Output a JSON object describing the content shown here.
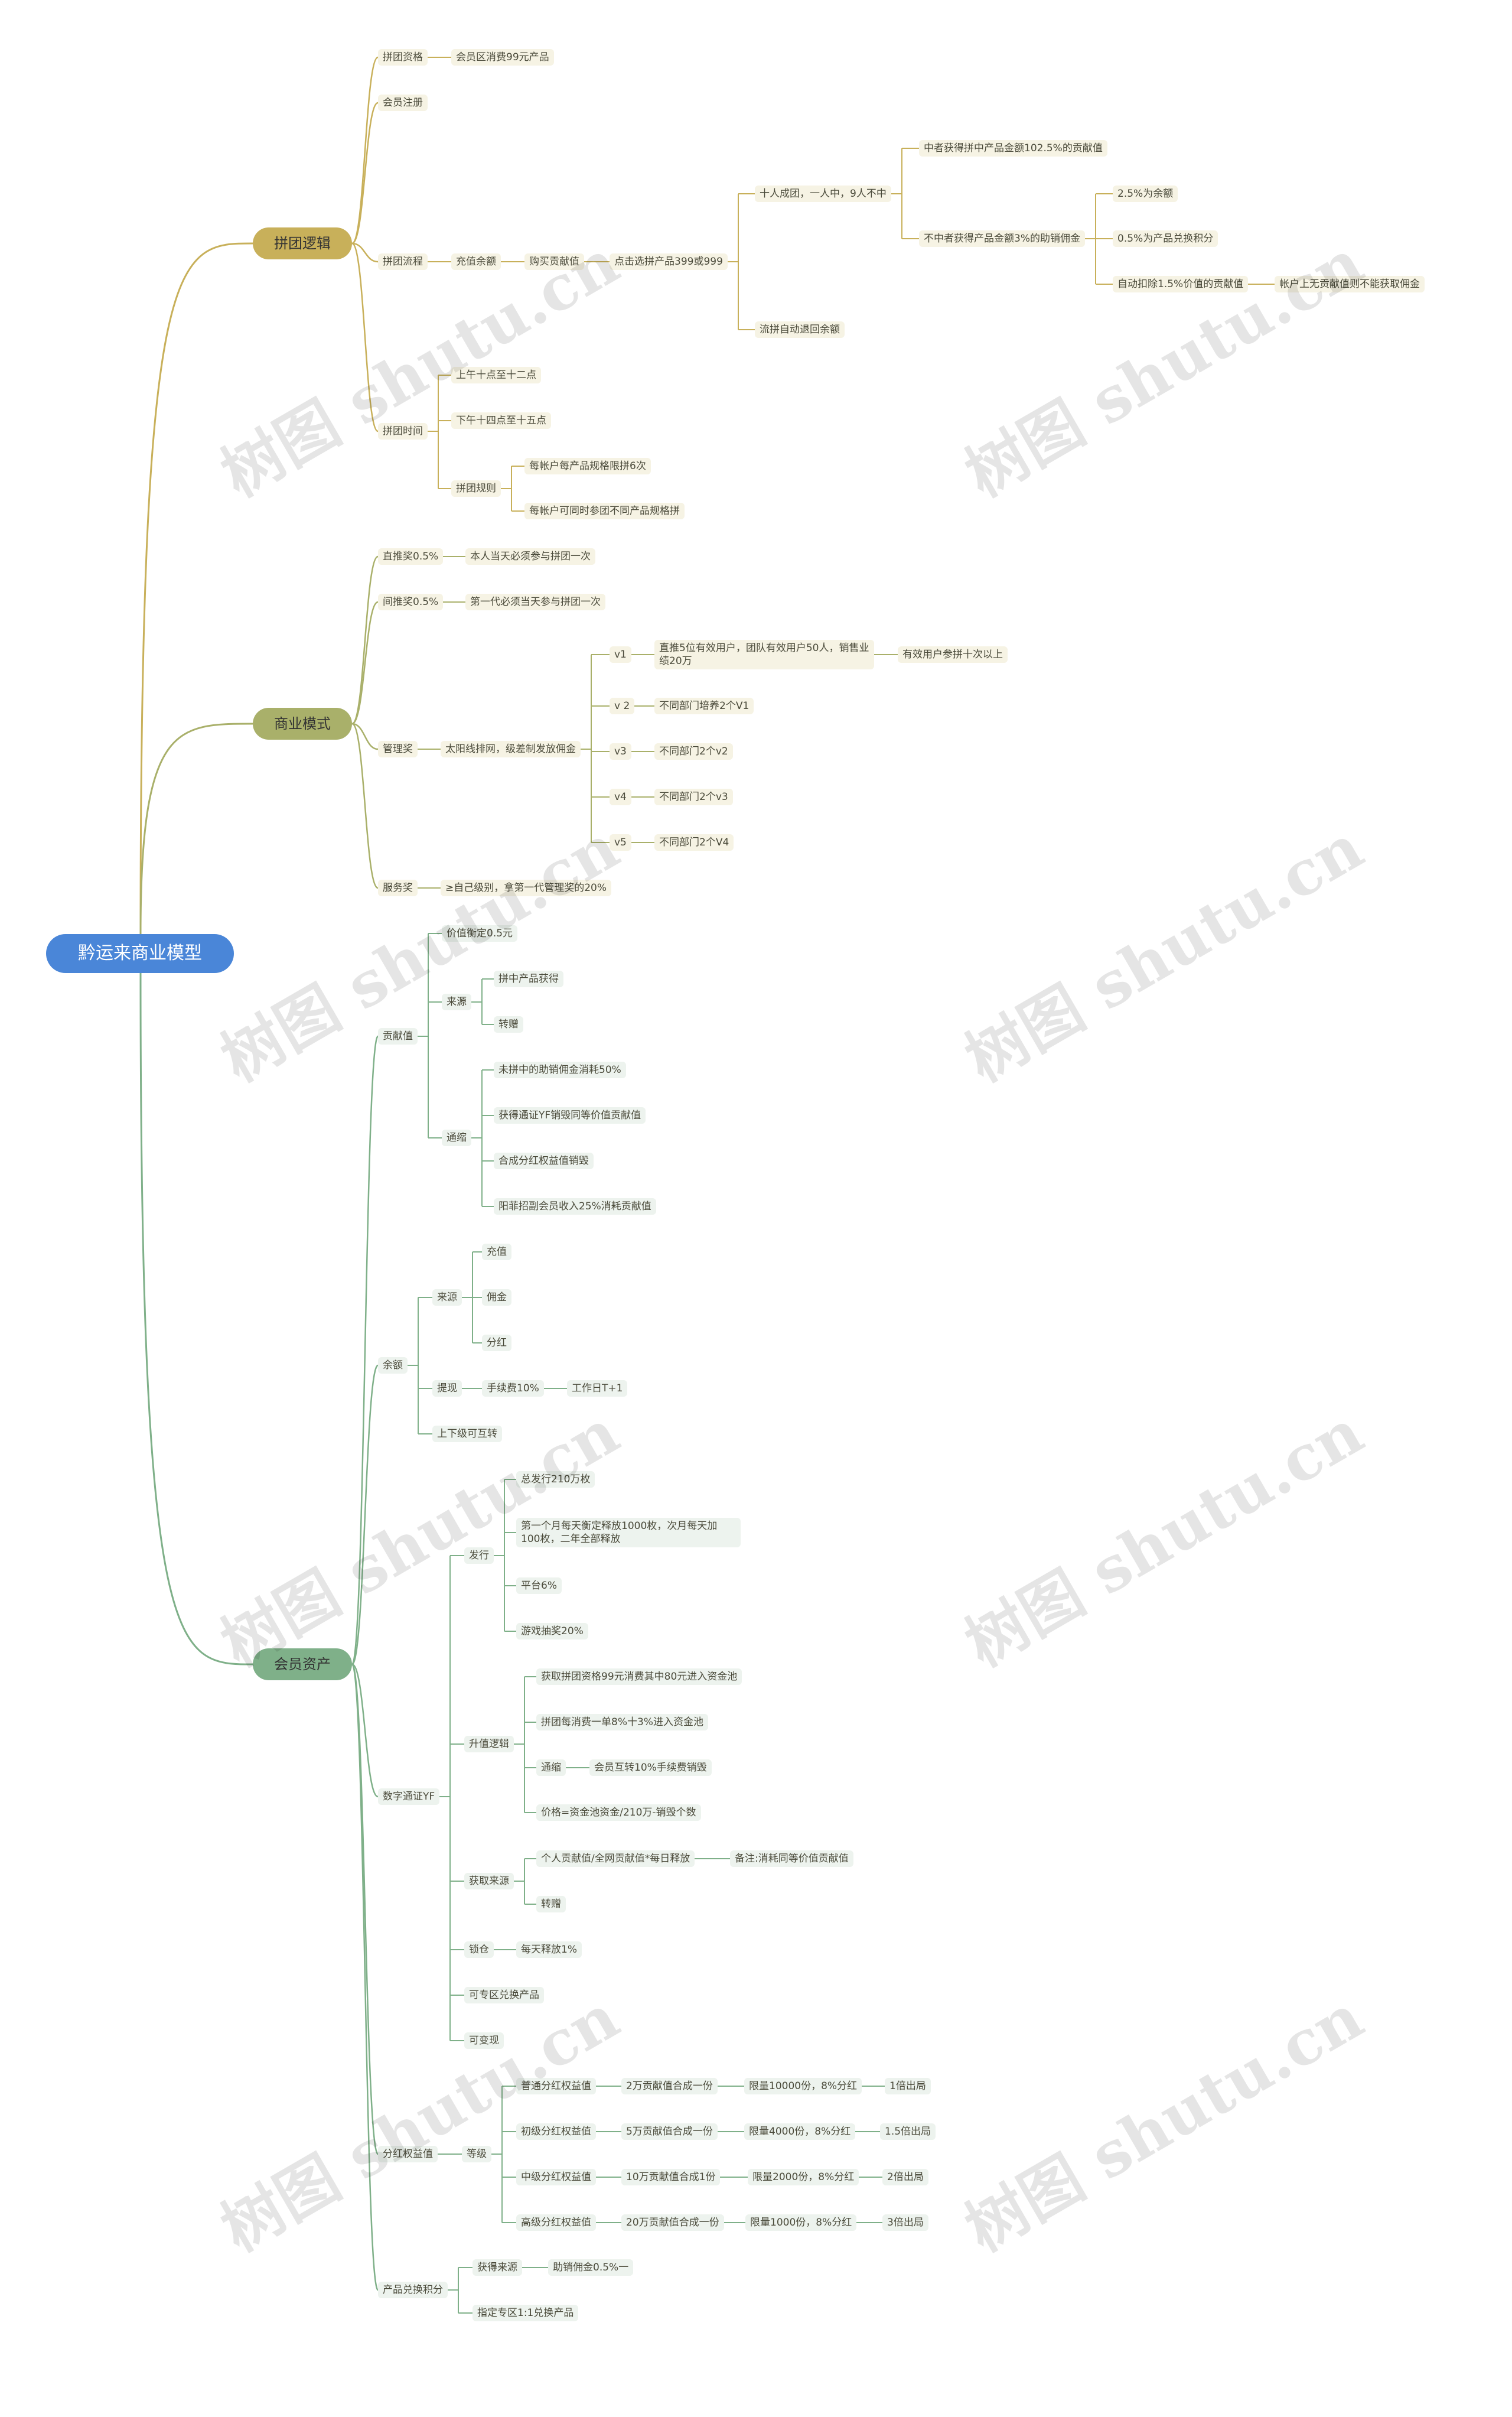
{
  "root": {
    "label": "黔运来商业模型"
  },
  "branches": [
    {
      "label": "拼团逻辑",
      "color": "#c8b05a",
      "children": [
        {
          "label": "拼团资格",
          "children": [
            {
              "label": "会员区消费99元产品"
            }
          ]
        },
        {
          "label": "会员注册"
        },
        {
          "label": "拼团流程",
          "children": [
            {
              "label": "充值余额",
              "children": [
                {
                  "label": "购买贡献值",
                  "children": [
                    {
                      "label": "点击选拼产品399或999",
                      "children": [
                        {
                          "label": "十人成团，一人中，9人不中",
                          "children": [
                            {
                              "label": "中者获得拼中产品金额102.5%的贡献值"
                            },
                            {
                              "label": "不中者获得产品金额3%的助销佣金",
                              "children": [
                                {
                                  "label": "2.5%为余额"
                                },
                                {
                                  "label": "0.5%为产品兑换积分"
                                },
                                {
                                  "label": "自动扣除1.5%价值的贡献值",
                                  "children": [
                                    {
                                      "label": "帐户上无贡献值则不能获取佣金"
                                    }
                                  ]
                                }
                              ]
                            }
                          ]
                        },
                        {
                          "label": "流拼自动退回余额"
                        }
                      ]
                    }
                  ]
                }
              ]
            }
          ]
        },
        {
          "label": "拼团时间",
          "children": [
            {
              "label": "上午十点至十二点"
            },
            {
              "label": "下午十四点至十五点"
            },
            {
              "label": "拼团规则",
              "children": [
                {
                  "label": "每帐户每产品规格限拼6次"
                },
                {
                  "label": "每帐户可同时参团不同产品规格拼"
                }
              ]
            }
          ]
        }
      ]
    },
    {
      "label": "商业模式",
      "color": "#a9b06a",
      "children": [
        {
          "label": "直推奖0.5%",
          "children": [
            {
              "label": "本人当天必须参与拼团一次"
            }
          ]
        },
        {
          "label": "间推奖0.5%",
          "children": [
            {
              "label": "第一代必须当天参与拼团一次"
            }
          ]
        },
        {
          "label": "管理奖",
          "children": [
            {
              "label": "太阳线排网，级差制发放佣金",
              "children": [
                {
                  "label": "v1",
                  "children": [
                    {
                      "label": "直推5位有效用户，团队有效用户50人，销售业绩20万",
                      "children": [
                        {
                          "label": "有效用户参拼十次以上"
                        }
                      ]
                    }
                  ]
                },
                {
                  "label": "v 2",
                  "children": [
                    {
                      "label": "不同部门培养2个V1"
                    }
                  ]
                },
                {
                  "label": "v3",
                  "children": [
                    {
                      "label": "不同部门2个v2"
                    }
                  ]
                },
                {
                  "label": "v4",
                  "children": [
                    {
                      "label": "不同部门2个v3"
                    }
                  ]
                },
                {
                  "label": "v5",
                  "children": [
                    {
                      "label": "不同部门2个V4"
                    }
                  ]
                }
              ]
            }
          ]
        },
        {
          "label": "服务奖",
          "children": [
            {
              "label": "≥自己级别，拿第一代管理奖的20%"
            }
          ]
        }
      ]
    },
    {
      "label": "会员资产",
      "color": "#7fb089",
      "children": [
        {
          "label": "贡献值",
          "children": [
            {
              "label": "价值衡定0.5元"
            },
            {
              "label": "来源",
              "children": [
                {
                  "label": "拼中产品获得"
                },
                {
                  "label": "转赠"
                }
              ]
            },
            {
              "label": "通缩",
              "children": [
                {
                  "label": "未拼中的助销佣金消耗50%"
                },
                {
                  "label": "获得通证YF销毁同等价值贡献值"
                },
                {
                  "label": "合成分红权益值销毁"
                },
                {
                  "label": "阳菲招副会员收入25%消耗贡献值"
                }
              ]
            }
          ]
        },
        {
          "label": "余额",
          "children": [
            {
              "label": "来源",
              "children": [
                {
                  "label": "充值"
                },
                {
                  "label": "佣金"
                },
                {
                  "label": "分红"
                }
              ]
            },
            {
              "label": "提现",
              "children": [
                {
                  "label": "手续费10%",
                  "children": [
                    {
                      "label": "工作日T+1"
                    }
                  ]
                }
              ]
            },
            {
              "label": "上下级可互转"
            }
          ]
        },
        {
          "label": "数字通证YF",
          "children": [
            {
              "label": "发行",
              "children": [
                {
                  "label": "总发行210万枚"
                },
                {
                  "label": "第一个月每天衡定释放1000枚，次月每天加100枚，二年全部释放"
                },
                {
                  "label": "平台6%"
                },
                {
                  "label": "游戏抽奖20%"
                }
              ]
            },
            {
              "label": "升值逻辑",
              "children": [
                {
                  "label": "获取拼团资格99元消费其中80元进入资金池"
                },
                {
                  "label": "拼团每消费一单8%十3%进入资金池"
                },
                {
                  "label": "通缩",
                  "children": [
                    {
                      "label": "会员互转10%手续费销毁"
                    }
                  ]
                },
                {
                  "label": "价格=资金池资金/210万-销毁个数"
                }
              ]
            },
            {
              "label": "获取来源",
              "children": [
                {
                  "label": "个人贡献值/全网贡献值*每日释放",
                  "children": [
                    {
                      "label": "备注:消耗同等价值贡献值"
                    }
                  ]
                },
                {
                  "label": "转赠"
                }
              ]
            },
            {
              "label": "锁仓",
              "children": [
                {
                  "label": "每天释放1%"
                }
              ]
            },
            {
              "label": "可专区兑换产品"
            },
            {
              "label": "可变现"
            }
          ]
        },
        {
          "label": "分红权益值",
          "children": [
            {
              "label": "等级",
              "children": [
                {
                  "label": "普通分红权益值",
                  "children": [
                    {
                      "label": "2万贡献值合成一份",
                      "children": [
                        {
                          "label": "限量10000份，8%分红",
                          "children": [
                            {
                              "label": "1倍出局"
                            }
                          ]
                        }
                      ]
                    }
                  ]
                },
                {
                  "label": "初级分红权益值",
                  "children": [
                    {
                      "label": "5万贡献值合成一份",
                      "children": [
                        {
                          "label": "限量4000份，8%分红",
                          "children": [
                            {
                              "label": "1.5倍出局"
                            }
                          ]
                        }
                      ]
                    }
                  ]
                },
                {
                  "label": "中级分红权益值",
                  "children": [
                    {
                      "label": "10万贡献值合成1份",
                      "children": [
                        {
                          "label": "限量2000份，8%分红",
                          "children": [
                            {
                              "label": "2倍出局"
                            }
                          ]
                        }
                      ]
                    }
                  ]
                },
                {
                  "label": "高级分红权益值",
                  "children": [
                    {
                      "label": "20万贡献值合成一份",
                      "children": [
                        {
                          "label": "限量1000份，8%分红",
                          "children": [
                            {
                              "label": "3倍出局"
                            }
                          ]
                        }
                      ]
                    }
                  ]
                }
              ]
            }
          ]
        },
        {
          "label": "产品兑换积分",
          "children": [
            {
              "label": "获得来源",
              "children": [
                {
                  "label": "助销佣金0.5%一"
                }
              ]
            },
            {
              "label": "指定专区1:1兑换产品"
            }
          ]
        }
      ]
    }
  ],
  "watermark": "树图 shutu.cn",
  "colors": {
    "root": "#4a86d8",
    "leaf_a": "#f6f3e4",
    "leaf_g": "#edf3ee"
  }
}
